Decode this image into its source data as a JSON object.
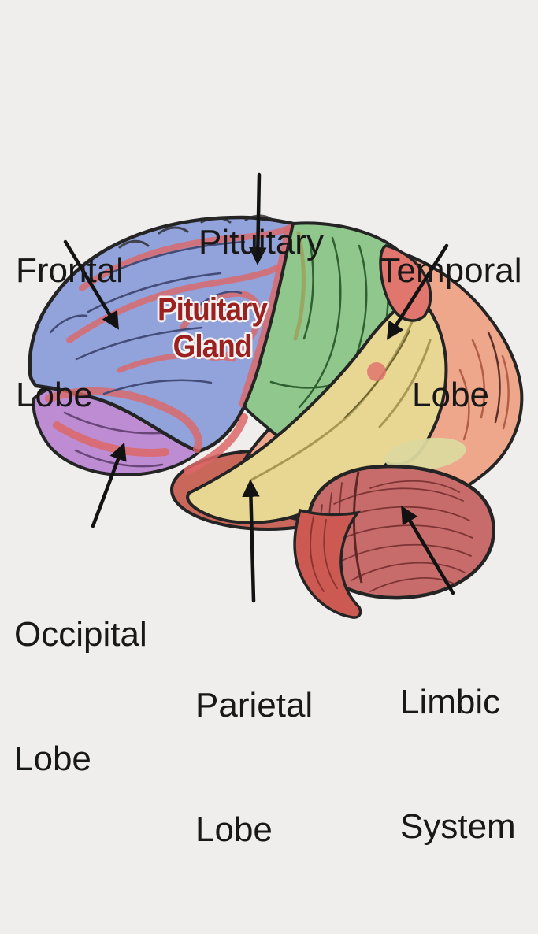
{
  "figure": {
    "kind": "brain-anatomy-diagram",
    "description": "Lateral view of a human brain with color-coded regions and labeled arrows"
  },
  "labels": {
    "frontal": {
      "line1": "Frontal",
      "line2": "Lobe"
    },
    "pituitary": {
      "line1": "Pituitary"
    },
    "temporal": {
      "line1": "Temporal",
      "line2": "Lobe"
    },
    "occipital": {
      "line1": "Occipital",
      "line2": "Lobe"
    },
    "parietal": {
      "line1": "Parietal",
      "line2": "Lobe"
    },
    "limbic": {
      "line1": "Limbic",
      "line2": "System"
    },
    "overlay": {
      "line1": "Pituitary",
      "line2": "Gland"
    }
  },
  "regions": [
    {
      "label": "Frontal Lobe",
      "color": "#92a2da"
    },
    {
      "label": "Pituitary",
      "color": "#92a2da"
    },
    {
      "label": "Temporal Lobe",
      "color": "#90c78d"
    },
    {
      "label": "Parietal Lobe",
      "color": "#e7d793"
    },
    {
      "label": "Occipital Lobe",
      "color": "#bd8cd2"
    },
    {
      "label": "Limbic System",
      "color": "#c76b6b"
    }
  ],
  "colors": {
    "background": "#efeeec",
    "label_text": "#181818",
    "overlay_text": "#9b2020",
    "outline": "#242424",
    "arrow": "#121212",
    "blue_region": "#92a2da",
    "green_region": "#90c78d",
    "yellow_region": "#e7d793",
    "salmon_region": "#efa78c",
    "purple_region": "#bd8cd2",
    "maroon_base": "#c9675b",
    "cerebellum": "#c76b6b",
    "brainstem": "#cc5a52",
    "accent_red": "#dd6767",
    "pale_patch": "#dbd89e",
    "red_patch": "#e0766d"
  }
}
